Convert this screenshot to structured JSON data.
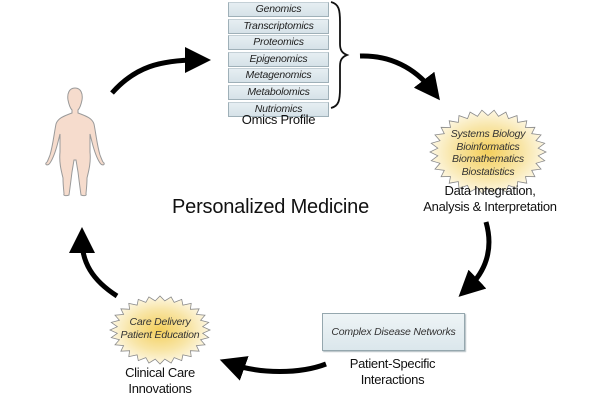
{
  "title": "Personalized Medicine",
  "omics": {
    "items": [
      "Genomics",
      "Transcriptomics",
      "Proteomics",
      "Epigenomics",
      "Metagenomics",
      "Metabolomics",
      "Nutriomics"
    ],
    "label": "Omics Profile"
  },
  "data_integration": {
    "items": [
      "Systems Biology",
      "Bioinformatics",
      "Biomathematics",
      "Biostatistics"
    ],
    "label_lines": [
      "Data Integration,",
      "Analysis & Interpretation"
    ]
  },
  "interactions": {
    "box_text": "Complex Disease Networks",
    "label_lines": [
      "Patient-Specific",
      "Interactions"
    ]
  },
  "clinical": {
    "items": [
      "Care Delivery",
      "Patient Education"
    ],
    "label_lines": [
      "Clinical Care",
      "Innovations"
    ]
  },
  "colors": {
    "burst_center": "#f6d46a",
    "burst_edge": "#fdf6de",
    "arrow": "#000000",
    "figure_fill": "#f6dccd",
    "box_fill": "#dbe7ec"
  }
}
